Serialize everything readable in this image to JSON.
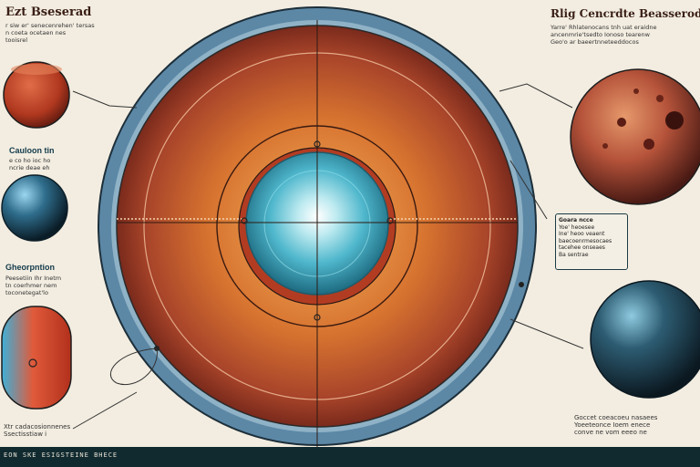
{
  "title_left": "Ezt Bseserad",
  "sub_left": [
    "r siw er' senecenrehen' tersas",
    "n coeta ocetaen nes",
    "tooisrel"
  ],
  "label_cool": "Cauloon tin",
  "sub_cool": [
    "e co ho ioc ho",
    "ncrie deae eh"
  ],
  "label_grad": "Gheorpntion",
  "sub_grad": [
    "Peesetiin Ihr Inetm",
    "tn coerhmer nem",
    "toconetegat'lo"
  ],
  "bottom_left_text": [
    "Xtr cadacosionnenes",
    "Ssectisstiaw i"
  ],
  "title_right": "Rlig Cencrdte Beasserod",
  "sub_right": [
    "Yarre' Rhlatenocans tnh uat eraidne",
    "ancenmrie'tsedto Ionoso tearenw",
    "Geo'o ar baeertnneteeddocos"
  ],
  "callout_box": [
    "Goara ncce",
    "Yoe' heoesee",
    "Ine' heoo veaent",
    "baecoenrmesocaes",
    "tacehee onseaes",
    "Ba sentrae"
  ],
  "bottom_right_text": [
    "Goccet coeacoeu  nasaees",
    "Yoeeteonce Ioem enece",
    "conve ne vom eeeo ne"
  ],
  "footer": "EON SKE ESIGSTEINE BHECE",
  "colors": {
    "ring": "#5c88a6",
    "outer": "#a84a2a",
    "core": "#5ec3d6",
    "footer": "#102a30"
  },
  "icons": [
    "mars-planet-icon",
    "blue-sphere-icon",
    "gradient-cylinder-icon",
    "dark-sphere-icon"
  ]
}
